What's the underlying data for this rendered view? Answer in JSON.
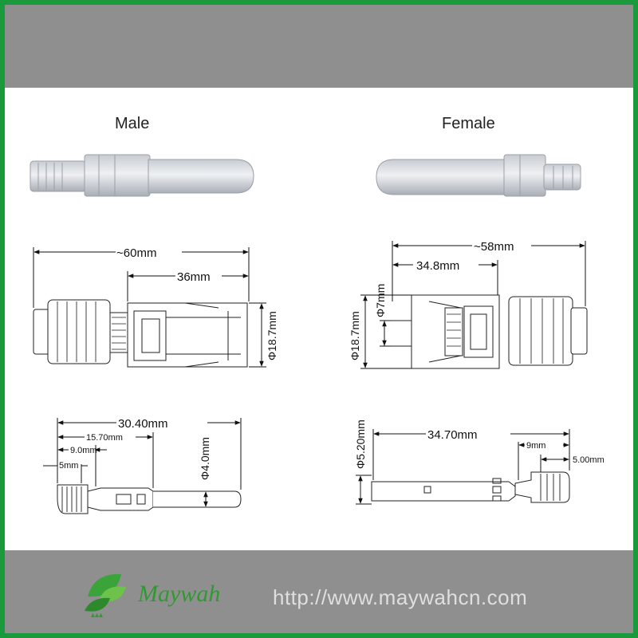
{
  "titles": {
    "male": "Male",
    "female": "Female"
  },
  "dimensions": {
    "male_length": "~60mm",
    "male_36": "36mm",
    "male_dia_18_7": "Φ18.7mm",
    "female_length": "~58mm",
    "female_34_8": "34.8mm",
    "female_dia_7": "Φ7mm",
    "female_dia_18_7": "Φ18.7mm",
    "pin_30_40": "30.40mm",
    "pin_15_70": "15.70mm",
    "pin_9_0": "9.0mm",
    "pin_5": "5mm",
    "pin_dia_4_0": "Φ4.0mm",
    "socket_dia_5_20": "Φ5.20mm",
    "socket_34_70": "34.70mm",
    "socket_9": "9mm",
    "socket_5_00": "5.00mm"
  },
  "footer": {
    "brand": "Maywah",
    "url": "http://www.maywahcn.com"
  },
  "colors": {
    "border": "#1a9a3c",
    "band": "#8f8f8f",
    "brand": "#2f9a2f"
  }
}
